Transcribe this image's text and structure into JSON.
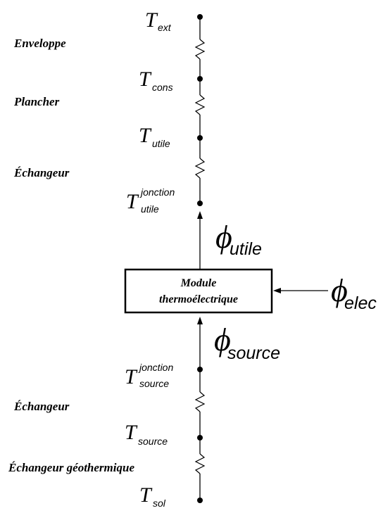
{
  "labels": {
    "enveloppe": "Enveloppe",
    "plancher": "Plancher",
    "echangeur_top": "Échangeur",
    "echangeur_bottom": "Échangeur",
    "echangeur_geo": "Échangeur géothermique"
  },
  "temperatures": {
    "ext": {
      "main": "T",
      "sub": "ext"
    },
    "cons": {
      "main": "T",
      "sub": "cons"
    },
    "utile": {
      "main": "T",
      "sub": "utile"
    },
    "utile_jonction": {
      "main": "T",
      "sup": "jonction",
      "sub": "utile"
    },
    "source_jonction": {
      "main": "T",
      "sup": "jonction",
      "sub": "source"
    },
    "source": {
      "main": "T",
      "sub": "source"
    },
    "sol": {
      "main": "T",
      "sub": "sol"
    }
  },
  "flows": {
    "utile": {
      "main": "ϕ",
      "sub": "utile"
    },
    "source": {
      "main": "ϕ",
      "sub": "source"
    },
    "elec": {
      "main": "ϕ",
      "sub": "elec"
    }
  },
  "module": {
    "line1": "Module",
    "line2": "thermoélectrique"
  }
}
